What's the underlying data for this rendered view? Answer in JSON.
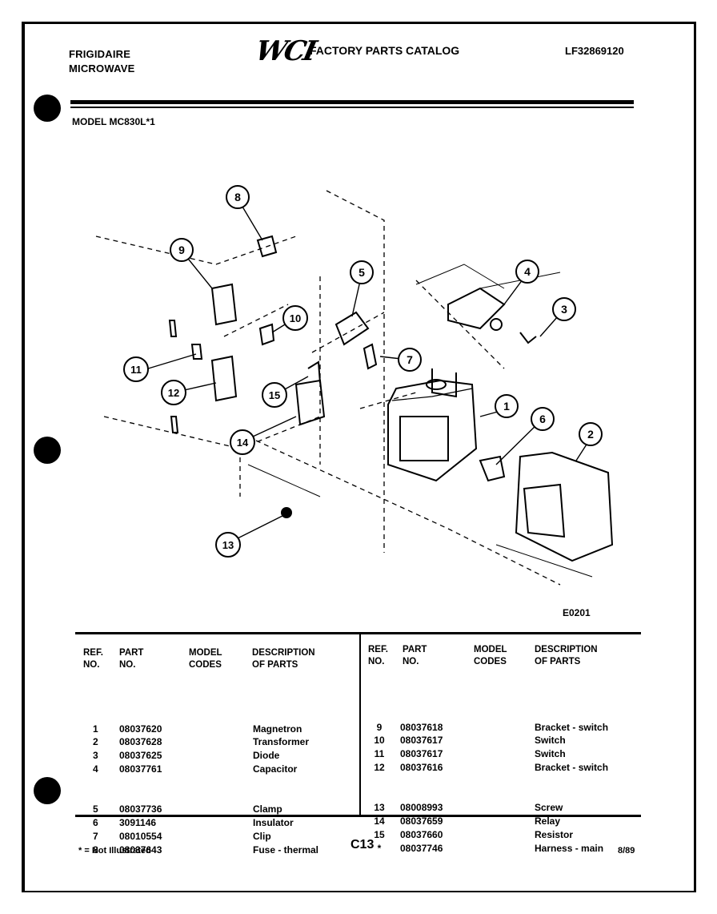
{
  "header": {
    "brand_line1": "FRIGIDAIRE",
    "brand_line2": "MICROWAVE",
    "logo": "WCI",
    "catalog_title": "FACTORY PARTS CATALOG",
    "doc_number": "LF32869120",
    "model_line": "MODEL MC830L*1"
  },
  "diagram": {
    "figure_code": "E0201",
    "callouts": [
      "1",
      "2",
      "3",
      "4",
      "5",
      "6",
      "7",
      "8",
      "9",
      "10",
      "11",
      "12",
      "13",
      "14",
      "15"
    ]
  },
  "table": {
    "headers": {
      "ref": [
        "REF.",
        "NO."
      ],
      "part": [
        "PART",
        "NO."
      ],
      "model": [
        "MODEL",
        "CODES"
      ],
      "desc": [
        "DESCRIPTION",
        "OF PARTS"
      ]
    },
    "left": [
      {
        "ref": "1",
        "part": "08037620",
        "desc": "Magnetron"
      },
      {
        "ref": "2",
        "part": "08037628",
        "desc": "Transformer"
      },
      {
        "ref": "3",
        "part": "08037625",
        "desc": "Diode"
      },
      {
        "ref": "4",
        "part": "08037761",
        "desc": "Capacitor"
      },
      {
        "ref": "5",
        "part": "08037736",
        "desc": "Clamp"
      },
      {
        "ref": "6",
        "part": "3091146",
        "desc": "Insulator"
      },
      {
        "ref": "7",
        "part": "08010554",
        "desc": "Clip"
      },
      {
        "ref": "8",
        "part": "08037643",
        "desc": "Fuse - thermal"
      }
    ],
    "right": [
      {
        "ref": "9",
        "part": "08037618",
        "desc": "Bracket - switch"
      },
      {
        "ref": "10",
        "part": "08037617",
        "desc": "Switch"
      },
      {
        "ref": "11",
        "part": "08037617",
        "desc": "Switch"
      },
      {
        "ref": "12",
        "part": "08037616",
        "desc": "Bracket - switch"
      },
      {
        "ref": "13",
        "part": "08008993",
        "desc": "Screw"
      },
      {
        "ref": "14",
        "part": "08037659",
        "desc": "Relay"
      },
      {
        "ref": "15",
        "part": "08037660",
        "desc": "Resistor"
      },
      {
        "ref": "*",
        "part": "08037746",
        "desc": "Harness - main"
      }
    ]
  },
  "footer": {
    "footnote": "* = Not Illustrated",
    "page": "C13",
    "date": "8/89"
  }
}
